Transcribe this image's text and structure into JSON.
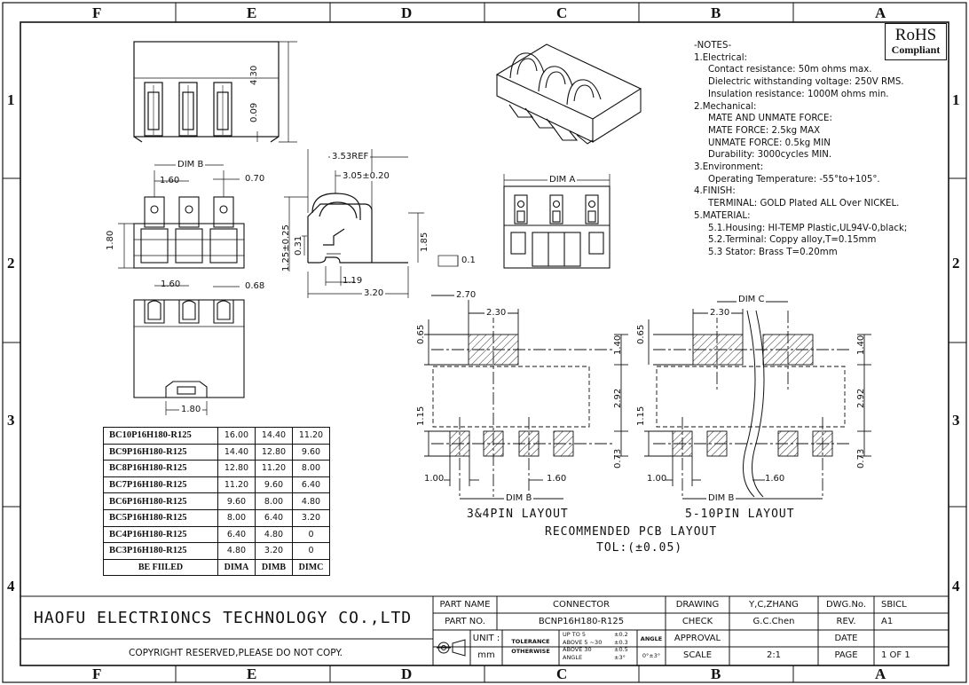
{
  "border_zones": {
    "columns": [
      "F",
      "E",
      "D",
      "C",
      "B",
      "A"
    ],
    "rows": [
      "1",
      "2",
      "3",
      "4"
    ]
  },
  "rohs": {
    "line1": "RoHS",
    "line2": "Compliant"
  },
  "notes": [
    "-NOTES-",
    "1.Electrical:",
    "   Contact resistance: 50m ohms max.",
    "   Dielectric withstanding voltage: 250V RMS.",
    "   Insulation resistance: 1000M ohms min.",
    "2.Mechanical:",
    "   MATE AND UNMATE FORCE:",
    "   MATE FORCE: 2.5kg MAX",
    "   UNMATE FORCE: 0.5kg MIN",
    "   Durability: 3000cycles MIN.",
    "3.Environment:",
    "   Operating Temperature: -55°to+105°.",
    "4.FINISH:",
    "   TERMINAL:  GOLD Plated ALL Over NICKEL.",
    "5.MATERIAL:",
    "   5.1.Housing: HI-TEMP Plastic,UL94V-0,black;",
    "   5.2.Terminal: Coppy alloy,T=0.15mm",
    "   5.3 Stator: Brass   T=0.20mm"
  ],
  "dims": {
    "top_h": "4.30",
    "top_small": "0.09",
    "dim_b": "DIM B",
    "pitch": "1.60",
    "w070": "0.70",
    "h180": "1.80",
    "ref353": "3.53REF",
    "w305": "3.05±0.20",
    "h125": "1.25±0.25",
    "h031": "0.31",
    "h185": "1.85",
    "flat": "0.1",
    "w119": "1.19",
    "w320": "3.20",
    "dim_a": "DIM A",
    "pitch2": "1.60",
    "w068": "0.68",
    "w180b": "1.80",
    "pcb_270": "2.70",
    "pcb_230": "2.30",
    "pcb_065": "0.65",
    "pcb_140": "1.40",
    "pcb_292": "2.92",
    "pcb_115": "1.15",
    "pcb_073": "0.73",
    "pcb_100": "1.00",
    "pcb_160": "1.60",
    "dim_c": "DIM C"
  },
  "layouts": {
    "left_title": "3&4PIN LAYOUT",
    "right_title": "5-10PIN LAYOUT",
    "caption": "RECOMMENDED PCB LAYOUT",
    "tolerance": "TOL:(±0.05)"
  },
  "bom": {
    "rows": [
      [
        "BC10P16H180-R125",
        "16.00",
        "14.40",
        "11.20"
      ],
      [
        "BC9P16H180-R125",
        "14.40",
        "12.80",
        "9.60"
      ],
      [
        "BC8P16H180-R125",
        "12.80",
        "11.20",
        "8.00"
      ],
      [
        "BC7P16H180-R125",
        "11.20",
        "9.60",
        "6.40"
      ],
      [
        "BC6P16H180-R125",
        "9.60",
        "8.00",
        "4.80"
      ],
      [
        "BC5P16H180-R125",
        "8.00",
        "6.40",
        "3.20"
      ],
      [
        "BC4P16H180-R125",
        "6.40",
        "4.80",
        "0"
      ],
      [
        "BC3P16H180-R125",
        "4.80",
        "3.20",
        "0"
      ]
    ],
    "header": [
      "BE FIILED",
      "DIMA",
      "DIMB",
      "DIMC"
    ]
  },
  "title_block": {
    "company": "HAOFU ELECTRIONCS TECHNOLOGY CO.,LTD",
    "copyright": "COPYRIGHT RESERVED,PLEASE DO NOT COPY.",
    "part_name_label": "PART NAME",
    "part_name": "CONNECTOR",
    "part_no_label": "PART NO.",
    "part_no": "BCNP16H180-R125",
    "unit_label": "UNIT :",
    "unit": "mm",
    "tolerance_label": "TOLERANCE",
    "otherwise_label": "OTHERWISE",
    "tol_lines": [
      "UP TO 5",
      "ABOVE 5 ~30",
      "ABOVE 30",
      "ANGLE"
    ],
    "tol_values": [
      "±0.2",
      "±0.3",
      "±0.5",
      "±3°"
    ],
    "angle_label": "ANGLE",
    "angle_value": "0°±3°",
    "drawing_label": "DRAWING",
    "drawing": "Y,C,ZHANG",
    "check_label": "CHECK",
    "check": "G.C.Chen",
    "approval_label": "APPROVAL",
    "approval": "",
    "scale_label": "SCALE",
    "scale": "2:1",
    "dwg_label": "DWG.No.",
    "dwg": "SBICL",
    "rev_label": "REV.",
    "rev": "A1",
    "date_label": "DATE",
    "date": "",
    "page_label": "PAGE",
    "page": "1  OF  1"
  }
}
